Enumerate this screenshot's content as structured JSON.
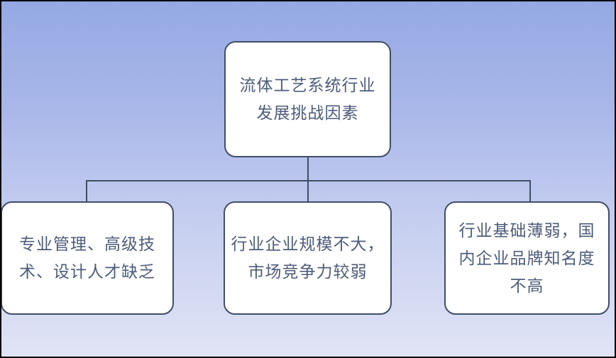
{
  "diagram": {
    "type": "hierarchy-chart",
    "root_node": {
      "text": "流体工艺系统行业\n发展挑战因素"
    },
    "child_nodes": [
      {
        "text": "专业管理、高级技\n术、设计人才缺乏"
      },
      {
        "text": "行业企业规模不大，\n市场竞争力较弱"
      },
      {
        "text": "行业基础薄弱，国\n内企业品牌知名度\n不高"
      }
    ]
  },
  "colors": {
    "page_background_top": "#94a9e3",
    "page_background_bottom": "#e0e4f5",
    "node_fill": "#ffffff",
    "node_border": "#3f4e66",
    "node_text": "#4d5c7a",
    "connector": "#3f4e66",
    "outer_frame": "#000000"
  }
}
